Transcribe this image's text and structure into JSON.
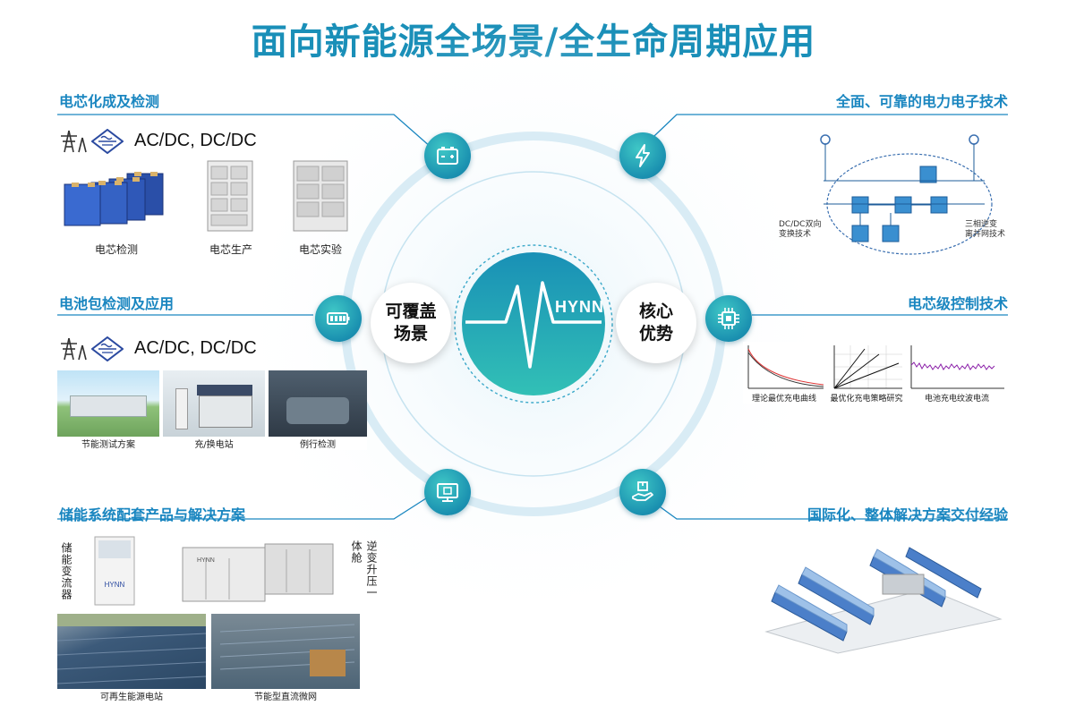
{
  "title": "面向新能源全场景/全生命周期应用",
  "logo": "HYNN",
  "left_label": [
    "可覆盖",
    "场景"
  ],
  "right_label": [
    "核心",
    "优势"
  ],
  "acdc": "AC/DC, DC/DC",
  "sections": {
    "cell_formation": {
      "title": "电芯化成及检测",
      "captions": [
        "电芯检测",
        "电芯生产",
        "电芯实验"
      ]
    },
    "pack": {
      "title": "电池包检测及应用",
      "captions": [
        "节能测试方案",
        "充/换电站",
        "例行检测"
      ]
    },
    "storage": {
      "title": "储能系统配套产品与解决方案",
      "vertical_left": "储能变流器",
      "vertical_right": "逆变升压一体舱",
      "captions": [
        "可再生能源电站",
        "节能型直流微网"
      ]
    },
    "power_electronics": {
      "title": "全面、可靠的电力电子技术",
      "label_left": [
        "DC/DC双向",
        "变换技术"
      ],
      "label_right": [
        "三相逆变",
        "离并网技术"
      ]
    },
    "cell_control": {
      "title": "电芯级控制技术",
      "captions": [
        "理论最优充电曲线",
        "最优化充电策略研究",
        "电池充电纹波电流"
      ]
    },
    "international": {
      "title": "国际化、整体解决方案交付经验"
    }
  },
  "colors": {
    "title": "#1a8fb8",
    "section_title": "#1a86c0",
    "accent": "#20a6b8"
  }
}
